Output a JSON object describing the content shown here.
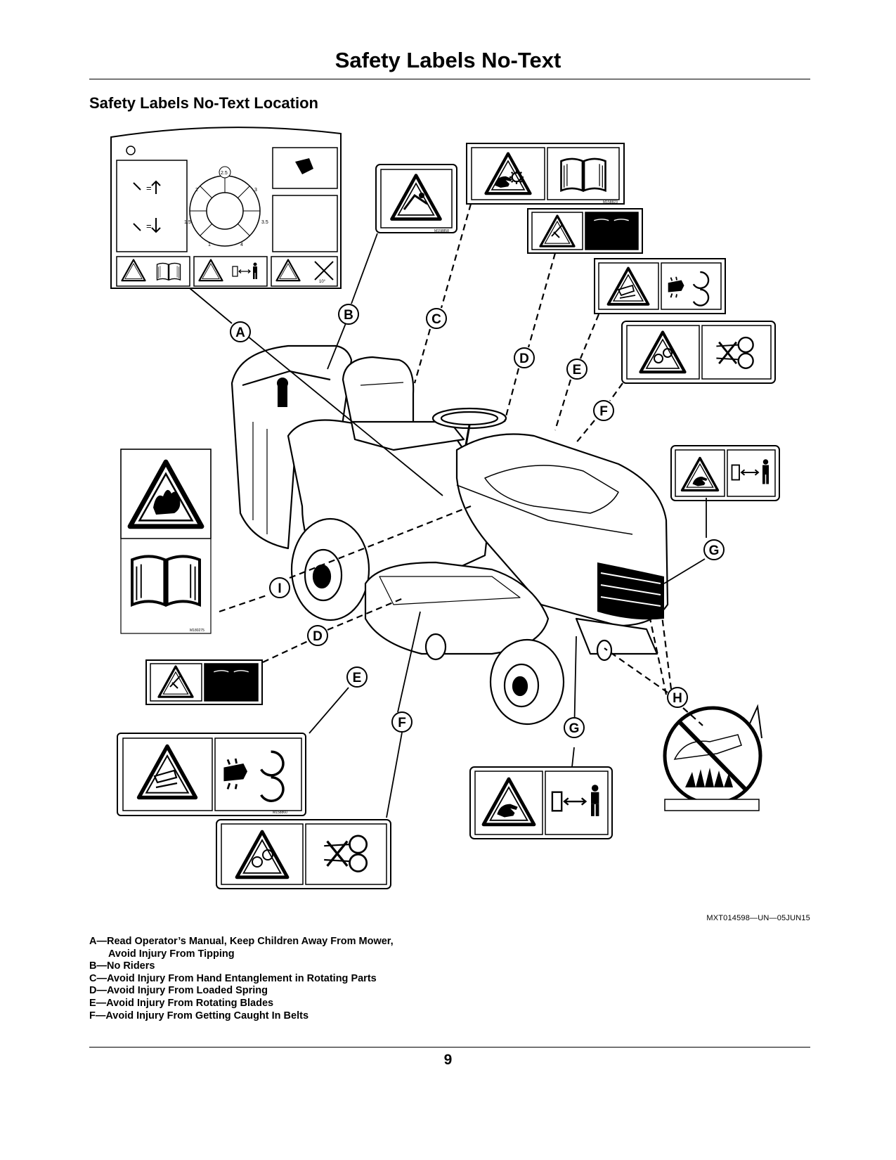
{
  "page": {
    "title": "Safety Labels No-Text",
    "section_title": "Safety Labels No-Text Location",
    "figure_id": "MXT014598—UN—05JUN15",
    "page_number": "9"
  },
  "callouts": [
    "A",
    "B",
    "C",
    "D",
    "E",
    "F",
    "G",
    "H",
    "I"
  ],
  "legend": [
    {
      "text": "A—Read Operator’s Manual, Keep Children Away From Mower,",
      "cont": "Avoid Injury From Tipping"
    },
    {
      "text": "B—No Riders"
    },
    {
      "text": "C—Avoid Injury From Hand Entanglement in Rotating Parts"
    },
    {
      "text": "D—Avoid Injury From Loaded Spring"
    },
    {
      "text": "E—Avoid Injury From Rotating Blades"
    },
    {
      "text": "F—Avoid Injury From Getting Caught In Belts"
    }
  ],
  "decal_codes": {
    "b": "M158858",
    "c": "M158823",
    "i": "M180275",
    "e": "M158860"
  },
  "dial_labels": [
    "2.5",
    "2",
    "3",
    "1.5",
    "3.5",
    "1",
    "4"
  ],
  "tipping_grade": "10°"
}
